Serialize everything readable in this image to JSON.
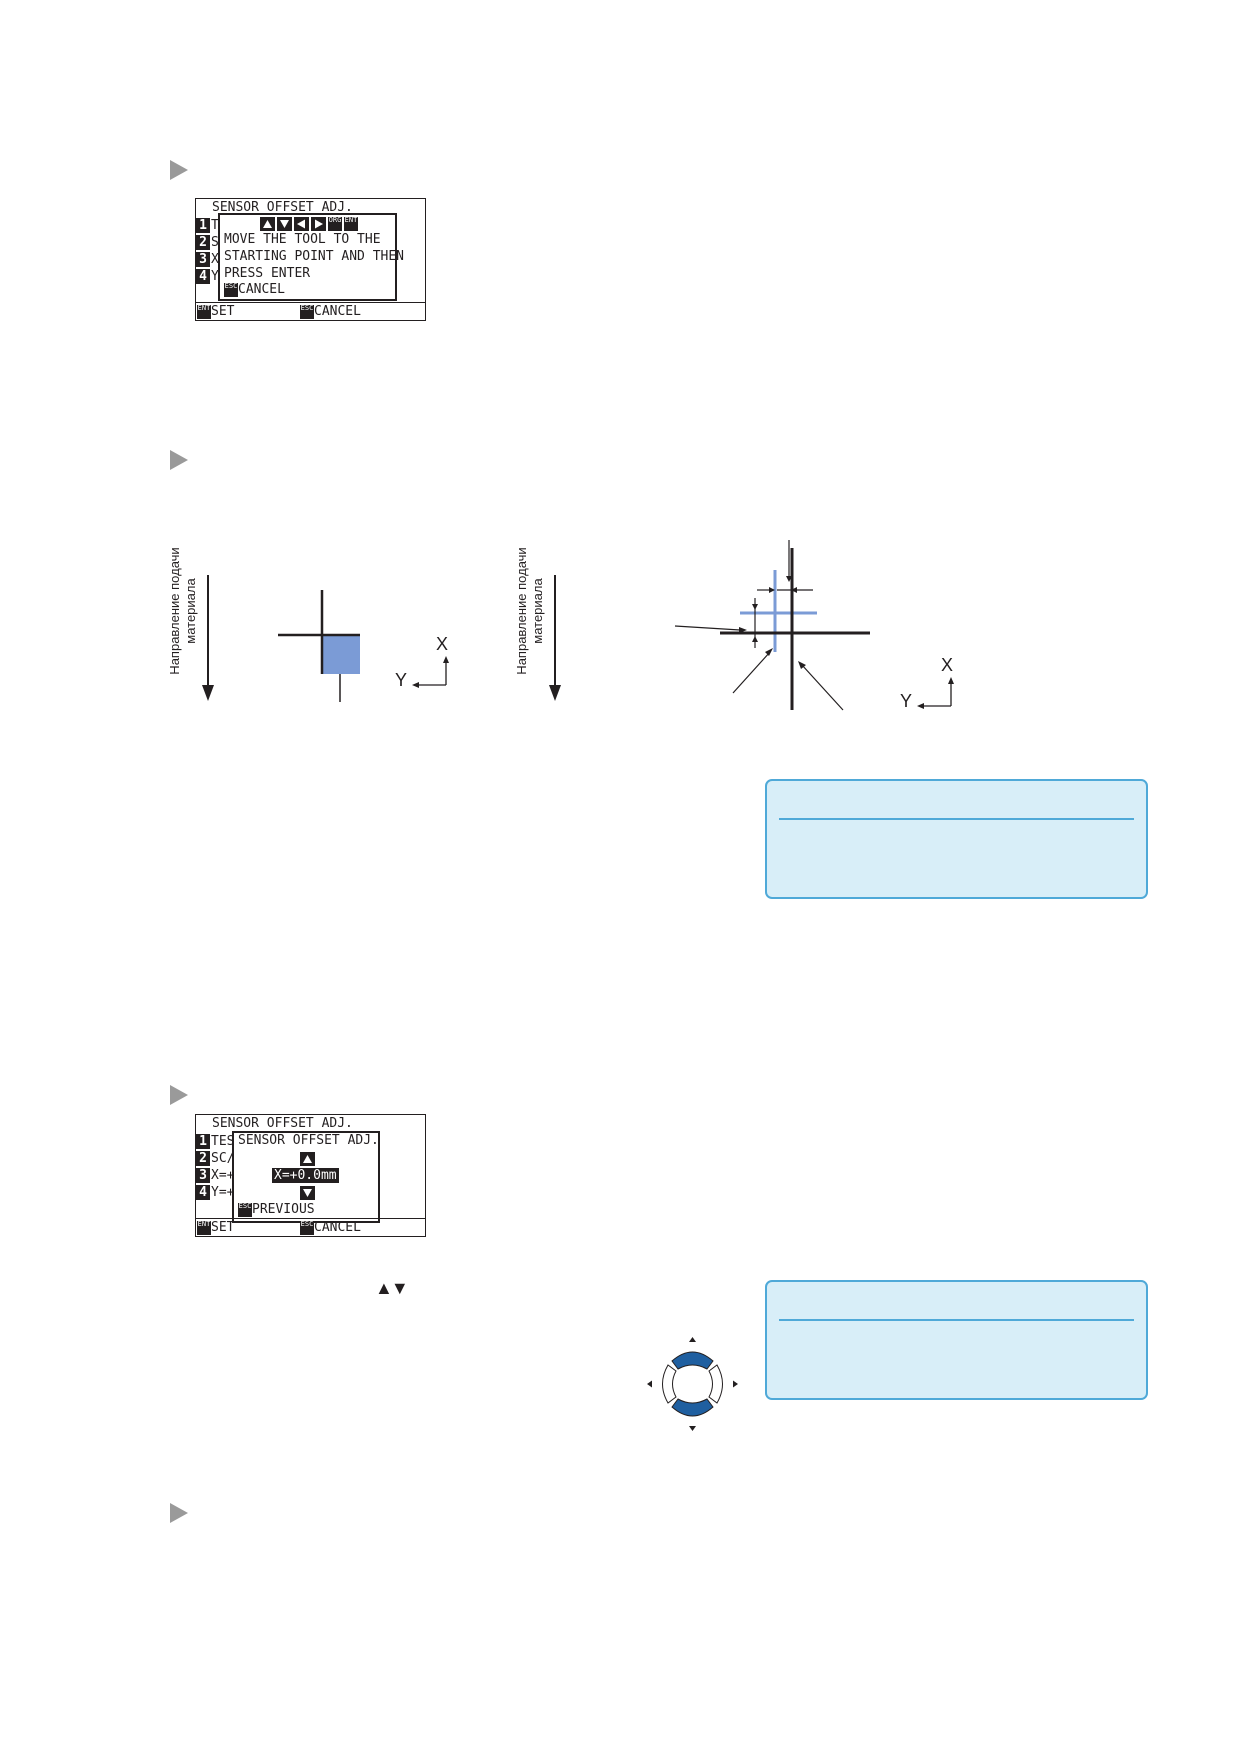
{
  "screen1": {
    "title": "SENSOR OFFSET ADJ.",
    "menu_numbers": [
      "1",
      "2",
      "3",
      "4"
    ],
    "menu_letters": [
      "T",
      "S",
      "X",
      "Y"
    ],
    "popup_keys": [
      "▲",
      "▼",
      "◀",
      "▶",
      "ORG",
      "ENT"
    ],
    "popup_lines": [
      "MOVE THE TOOL TO THE",
      "STARTING POINT AND THEN",
      "PRESS ENTER"
    ],
    "popup_cancel": "CANCEL",
    "footer_set": "SET",
    "footer_cancel": "CANCEL"
  },
  "diagram": {
    "feed_direction": "Направление подачи",
    "feed_material": "материала",
    "axis_x": "X",
    "axis_y": "Y"
  },
  "screen2": {
    "title": "SENSOR OFFSET ADJ.",
    "menu_numbers": [
      "1",
      "2",
      "3",
      "4"
    ],
    "menu_fragments": [
      "TES",
      "SC/",
      "X=+",
      "Y=+"
    ],
    "popup_title": "SENSOR OFFSET ADJ.",
    "value": "X=+0.0mm",
    "previous": "PREVIOUS",
    "footer_set": "SET",
    "footer_cancel": "CANCEL"
  },
  "arrow_keys_symbol": "▲▼",
  "colors": {
    "accent_blue": "#7b9bd6",
    "info_fill": "#d8eef8",
    "info_border": "#4fa9d8",
    "pad_blue": "#1f5fa0"
  }
}
